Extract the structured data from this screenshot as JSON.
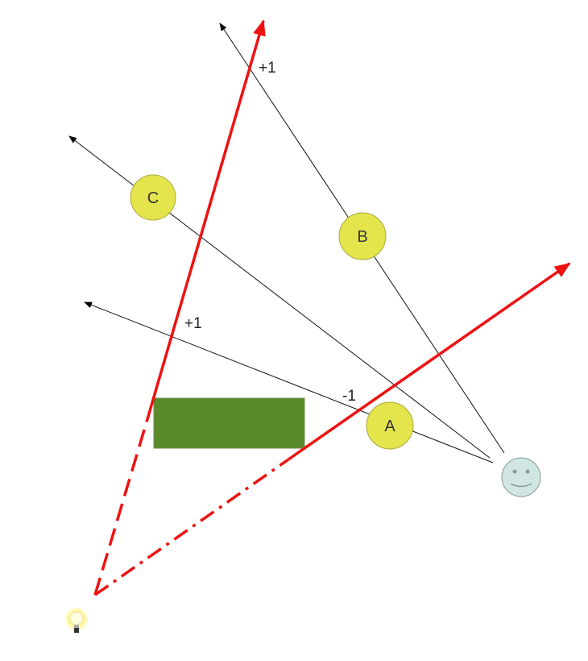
{
  "nodes": [
    {
      "id": "C",
      "label": "C"
    },
    {
      "id": "B",
      "label": "B"
    },
    {
      "id": "A",
      "label": "A"
    }
  ],
  "edge_labels": {
    "top_plus": "+1",
    "mid_plus": "+1",
    "minus": "-1"
  },
  "colors": {
    "ray": "#ee1111",
    "node_fill": "#e4e44c",
    "node_stroke": "#a8a840",
    "obstacle": "#5b8a2a",
    "viewer": "#cfe6e3"
  },
  "icons": {
    "viewer": "smiley-face-icon",
    "light": "lightbulb-icon"
  }
}
